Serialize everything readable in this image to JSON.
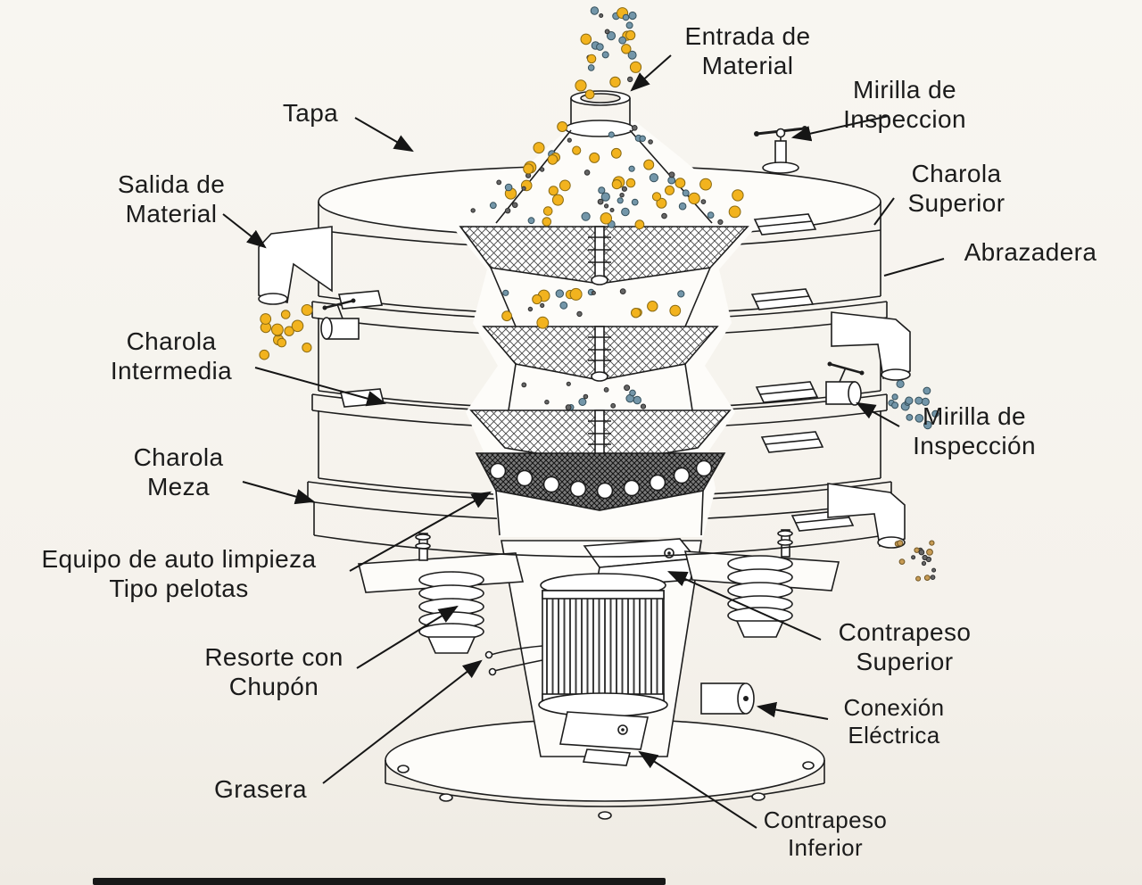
{
  "diagram": {
    "subject": "Tamiz vibratorio industrial (vista en corte)",
    "line_color": "#1d1d1d",
    "paper_color": "#f8f6f1",
    "particle_colors": {
      "yellow": "#f2b31e",
      "blue": "#7396a9",
      "dark": "#666666",
      "brown": "#c79b54"
    },
    "labels": {
      "tapa": "Tapa",
      "entrada_material": "Entrada de\nMaterial",
      "mirilla_inspeccion_superior": "Mirilla de\nInspeccion",
      "salida_material": "Salida de\nMaterial",
      "charola_superior": "Charola\nSuperior",
      "abrazadera": "Abrazadera",
      "charola_intermedia": "Charola\nIntermedia",
      "mirilla_inspeccion_lateral": "Mirilla de\nInspección",
      "charola_meza": "Charola\nMeza",
      "equipo_auto_limpieza": "Equipo de auto limpieza\nTipo pelotas",
      "resorte_con_chupon": "Resorte con\nChupón",
      "contrapeso_superior": "Contrapeso\nSuperior",
      "conexion_electrica": "Conexión\nEléctrica",
      "grasera": "Grasera",
      "contrapeso_inferior": "Contrapeso\nInferior"
    }
  }
}
